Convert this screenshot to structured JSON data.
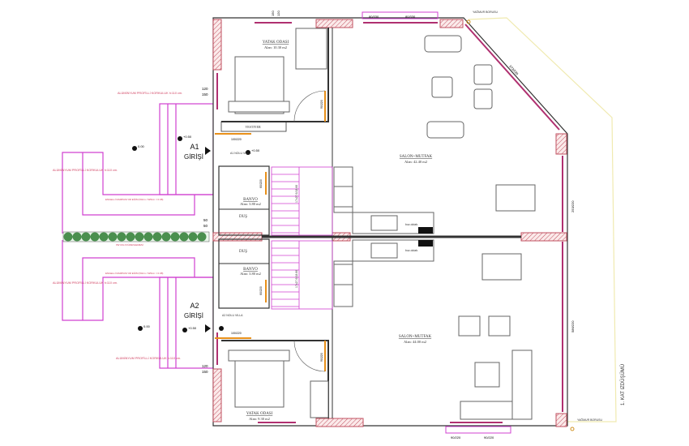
{
  "drawing": {
    "title": "1. KAT IZDÜŞÜMÜ",
    "rooms": {
      "bedroom_top": {
        "name": "YATAK ODASI",
        "area": "Alan: 10.30 m2"
      },
      "bedroom_bottom": {
        "name": "YATAK ODASI",
        "area": "Alan: 9.30 m2"
      },
      "salon_top": {
        "name": "SALON+MUTFAK",
        "area": "Alan: 42.40 m2"
      },
      "salon_bottom": {
        "name": "SALON+MUTFAK",
        "area": "Alan: 44.00 m2"
      },
      "bath_top": {
        "name": "BANYO",
        "area": "Alan: 3.80 m2"
      },
      "bath_bottom": {
        "name": "BANYO",
        "area": "Alan: 3.80 m2"
      },
      "shower_top": "DUŞ",
      "shower_bottom": "DUŞ",
      "vestiyer": "VESTIYER"
    },
    "entrances": {
      "a1": {
        "label": "A1",
        "sub": "GİRİŞİ",
        "villa": "A1 NOLU VILLA"
      },
      "a2": {
        "label": "A2",
        "sub": "GİRİŞİ",
        "villa": "A2 NOLU VILLA"
      }
    },
    "levels": {
      "ground": "0.00",
      "entry": "+0.50"
    },
    "railing_note": "ALÜMİNYUM PROFİLLİ KORKULUK h:110 cm.",
    "ramp_note": "ENGELLİ RAMPASI %8 EĞİM (50cm / 625cm = 0.08)",
    "planter_note": "PEYZAJ DÜZENLEMESİ",
    "rain_pipe": "YAĞMUR BORUSU",
    "fridge": "buz.dolab.",
    "dims": {
      "window_top": "120",
      "window_top_sill": "150",
      "door_bed": "90/220",
      "door_bath": "60/220",
      "door_entry": "100/220",
      "win_diag": "573/220",
      "win_right_top": "253/220",
      "win_right_bottom": "586/220",
      "win_front_top_a": "80/330",
      "win_front_top_b": "80/330",
      "win_front_bot_a": "90/220",
      "win_front_bot_b": "90/220",
      "side_win_a": "120",
      "side_win_b": "150",
      "mid_a": "50",
      "mid_b": "50",
      "stair_top": "17x27.6/18.66",
      "stair_bottom": "17x27.6/18.66"
    },
    "colors": {
      "wall_hatch": "#c05060",
      "railing": "#d040d0",
      "door": "#e8901a",
      "window": "#b03070",
      "plant": "#2e7d32",
      "outline": "#f0eab0"
    }
  }
}
